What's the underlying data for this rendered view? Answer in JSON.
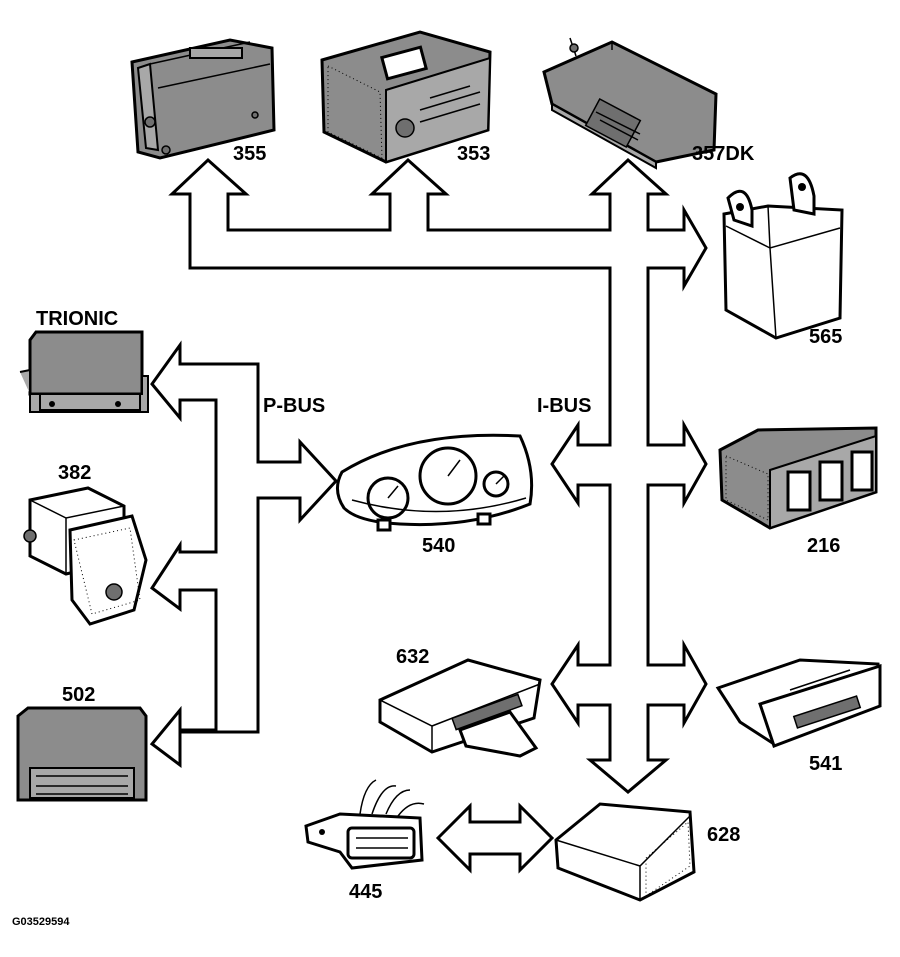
{
  "figure_code": "G03529594",
  "buses": {
    "p_bus": "P-BUS",
    "i_bus": "I-BUS"
  },
  "components": {
    "c355": "355",
    "c353": "353",
    "c357dk": "357DK",
    "c565": "565",
    "trionic": "TRIONIC",
    "c382": "382",
    "c502": "502",
    "c540": "540",
    "c216": "216",
    "c632": "632",
    "c541": "541",
    "c628": "628",
    "c445": "445"
  },
  "colors": {
    "module_dark": "#8c8c8c",
    "module_mid": "#a8a8a8",
    "outline": "#000000",
    "background": "#ffffff"
  }
}
